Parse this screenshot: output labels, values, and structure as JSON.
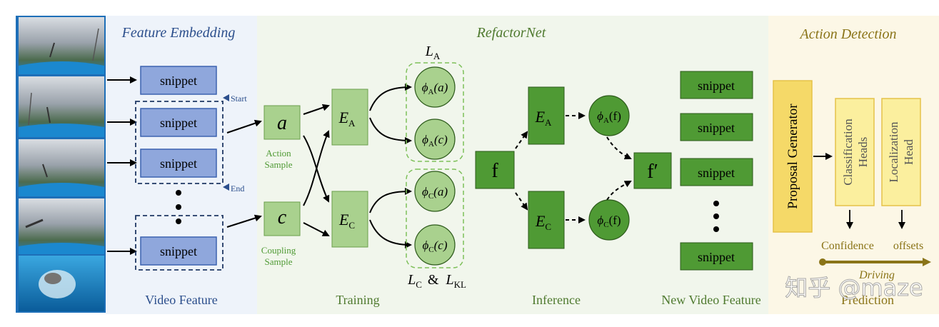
{
  "sections": {
    "feature_embedding": "Feature Embedding",
    "refactornet": "RefactorNet",
    "action_detection": "Action Detection"
  },
  "snippet_label": "snippet",
  "start_label": "Start",
  "end_label": "End",
  "sample_a": "a",
  "sample_c": "c",
  "action_sample": [
    "Action",
    "Sample"
  ],
  "coupling_sample": [
    "Coupling",
    "Sample"
  ],
  "encoder_a": {
    "main": "E",
    "sub": "A"
  },
  "encoder_c": {
    "main": "E",
    "sub": "C"
  },
  "phi_a_a": {
    "sub": "A",
    "arg": "(a)"
  },
  "phi_a_c": {
    "sub": "A",
    "arg": "(c)"
  },
  "phi_c_a": {
    "sub": "C",
    "arg": "(a)"
  },
  "phi_c_c": {
    "sub": "C",
    "arg": "(c)"
  },
  "phi_a_f": {
    "sub": "A",
    "arg": "(f)"
  },
  "phi_c_f": {
    "sub": "C",
    "arg": "(f)"
  },
  "loss_a": {
    "main": "L",
    "sub": "A"
  },
  "loss_c_kl": {
    "main1": "L",
    "sub1": "C",
    "amp": "&",
    "main2": "L",
    "sub2": "KL"
  },
  "feature_f": "f",
  "feature_f_prime": "f′",
  "proposal_generator": "Proposal Generator",
  "classification_heads": [
    "Classification",
    "Heads"
  ],
  "localization_head": [
    "Localization",
    "Head"
  ],
  "confidence": "Confidence",
  "offsets": "offsets",
  "driving": "Driving",
  "stages": {
    "video_feature": "Video Feature",
    "training": "Training",
    "inference": "Inference",
    "new_video_feature": "New Video Feature",
    "prediction": "Prediction"
  },
  "watermark": "知乎 @maze",
  "colors": {
    "snippet_blue": "#8fa7dc",
    "snippet_blue_border": "#3c62b0",
    "refactor_green_light": "#a9d18e",
    "refactor_green_dark": "#4f9a34",
    "panel_green": "#f1f6ec",
    "panel_blue": "#eef3fa",
    "panel_yellow": "#fcf7e6",
    "gold": "#f5d968",
    "section_title_blue": "#2b4e8c",
    "section_title_green": "#4f7a2f",
    "section_title_gold": "#8a7418"
  }
}
